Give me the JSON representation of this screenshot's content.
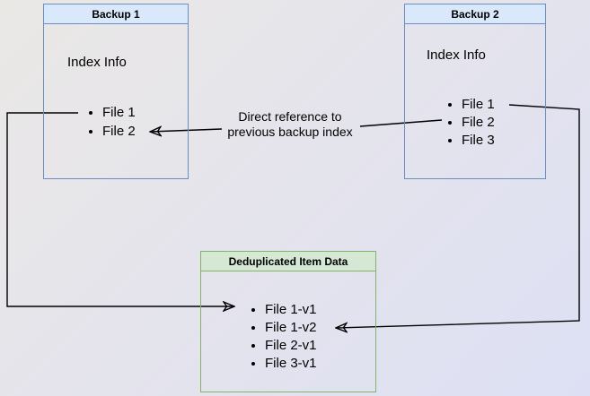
{
  "diagram": {
    "background_gradient": {
      "from": "#eae8e5",
      "to": "#dde0f4"
    },
    "backup1": {
      "title": "Backup 1",
      "subtitle": "Index Info",
      "files": [
        "File 1",
        "File 2"
      ],
      "header_fill": "#dae8fc",
      "border_color": "#6c8ebf"
    },
    "backup2": {
      "title": "Backup 2",
      "subtitle": "Index Info",
      "files": [
        "File 1",
        "File 2",
        "File 3"
      ],
      "header_fill": "#dae8fc",
      "border_color": "#6c8ebf"
    },
    "dedup": {
      "title": "Deduplicated Item Data",
      "files": [
        "File 1-v1",
        "File 1-v2",
        "File 2-v1",
        "File 3-v1"
      ],
      "header_fill": "#d5e8d4",
      "border_color": "#82b366"
    },
    "annotation": {
      "line1": "Direct reference to",
      "line2": "previous backup index"
    },
    "connector_color": "#000000"
  }
}
